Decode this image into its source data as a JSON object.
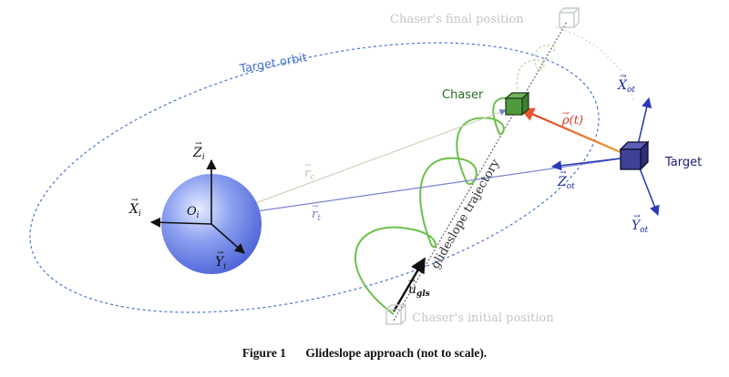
{
  "labels": {
    "final_position": "Chaser's final position",
    "initial_position": "Chaser's initial position",
    "target_orbit": "Target orbit",
    "chaser": "Chaser",
    "target": "Target",
    "trajectory": "glideslope trajectory",
    "rho": "ρ(t)",
    "r_c": "r",
    "r_c_sub": "c",
    "r_t": "r",
    "r_t_sub": "t",
    "u_gls": "u",
    "u_gls_sub": "gls",
    "origin": "O",
    "origin_sub": "i",
    "inertial_axes": {
      "x": "X",
      "x_sub": "i",
      "y": "Y",
      "y_sub": "i",
      "z": "Z",
      "z_sub": "i"
    },
    "orbital_axes": {
      "x": "X",
      "x_sub": "ot",
      "y": "Y",
      "y_sub": "ot",
      "z": "Z",
      "z_sub": "ot"
    }
  },
  "caption": {
    "number": "Figure 1",
    "text": "Glideslope approach (not to scale)."
  },
  "colors": {
    "orbit": "#3a63c8",
    "earth": "#6f86e6",
    "spiral": "#6cc04a",
    "target_axes": "#2a3bb8",
    "rho": "#e8552a",
    "chaser_box": "#3f8e32",
    "ghost": "#c7cfc7"
  }
}
